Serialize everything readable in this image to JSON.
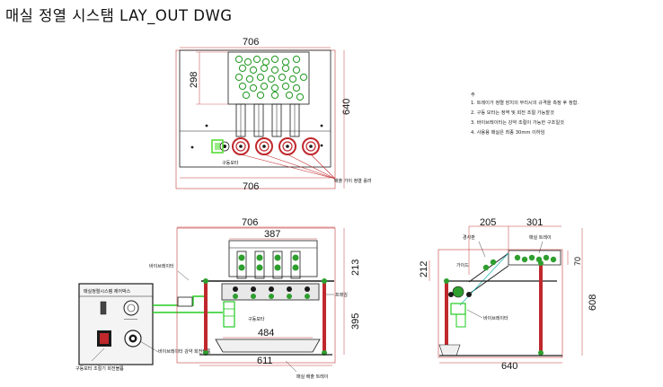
{
  "title": "매실 정열 시스탬 LAY_OUT DWG",
  "top_view": {
    "dim_width_top": "706",
    "dim_width_bottom": "706",
    "dim_hopper_height": "298",
    "dim_total_height": "640",
    "label_motor": "구동모타",
    "label_gate": "배출 가이 정렬 롤러"
  },
  "notes": {
    "heading": "주",
    "items": [
      "1. 트레이가 정렬 장치의 부리시의 규격을 측정 후 정함.",
      "2. 구동 모터는 정역 및 회전 조절 가능할것",
      "3. 바이브레이터는 강약 조절이 가능한 구조일것",
      "4. 사용용 매실은 최종 30mm 이하임"
    ]
  },
  "control_box": {
    "title": "매실정렬시스템 제어박스",
    "label_knob": "구동모터 조절기 회전볼륨",
    "label_switch": "바이브레이터 강약 회전볼륨"
  },
  "front_view": {
    "dim_width_top": "706",
    "dim_inner": "387",
    "dim_upper_height": "213",
    "dim_lower_height": "395",
    "dim_tray": "484",
    "dim_base": "611",
    "label_vibrator": "바이브레이터",
    "label_motor": "구동모타",
    "label_frame": "프레임",
    "label_tray": "매실 배출 트레이"
  },
  "side_view": {
    "dim_chute": "205",
    "dim_hopper": "301",
    "dim_left_height": "212",
    "dim_right_height": "70",
    "dim_total_height": "608",
    "dim_base": "640",
    "label_hopper": "매실 트레이",
    "label_chute": "경사판",
    "label_guide": "가이드",
    "label_vibrator": "바이브레이터"
  },
  "colors": {
    "frame_red": "#c0282c",
    "leg_green": "#2e9e2e",
    "bright_green": "#22cc22",
    "motor_green": "#55dd33",
    "line_dark": "#1a1a1a"
  }
}
